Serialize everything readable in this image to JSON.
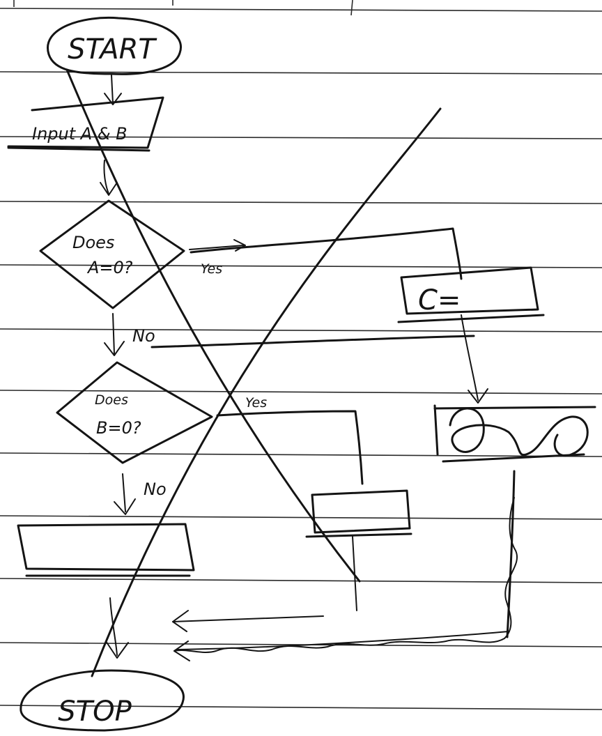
{
  "flowchart": {
    "start_label": "START",
    "input_label": "Input A & B",
    "decision_a": {
      "line1": "Does",
      "line2": "A=0?"
    },
    "decision_b": {
      "line1": "Does",
      "line2": "B=0?"
    },
    "yes_label_a": "Yes",
    "yes_label_b": "Yes",
    "no_label_a": "No",
    "no_label_b": "No",
    "assign_label": "C=",
    "stop_label": "STOP"
  }
}
